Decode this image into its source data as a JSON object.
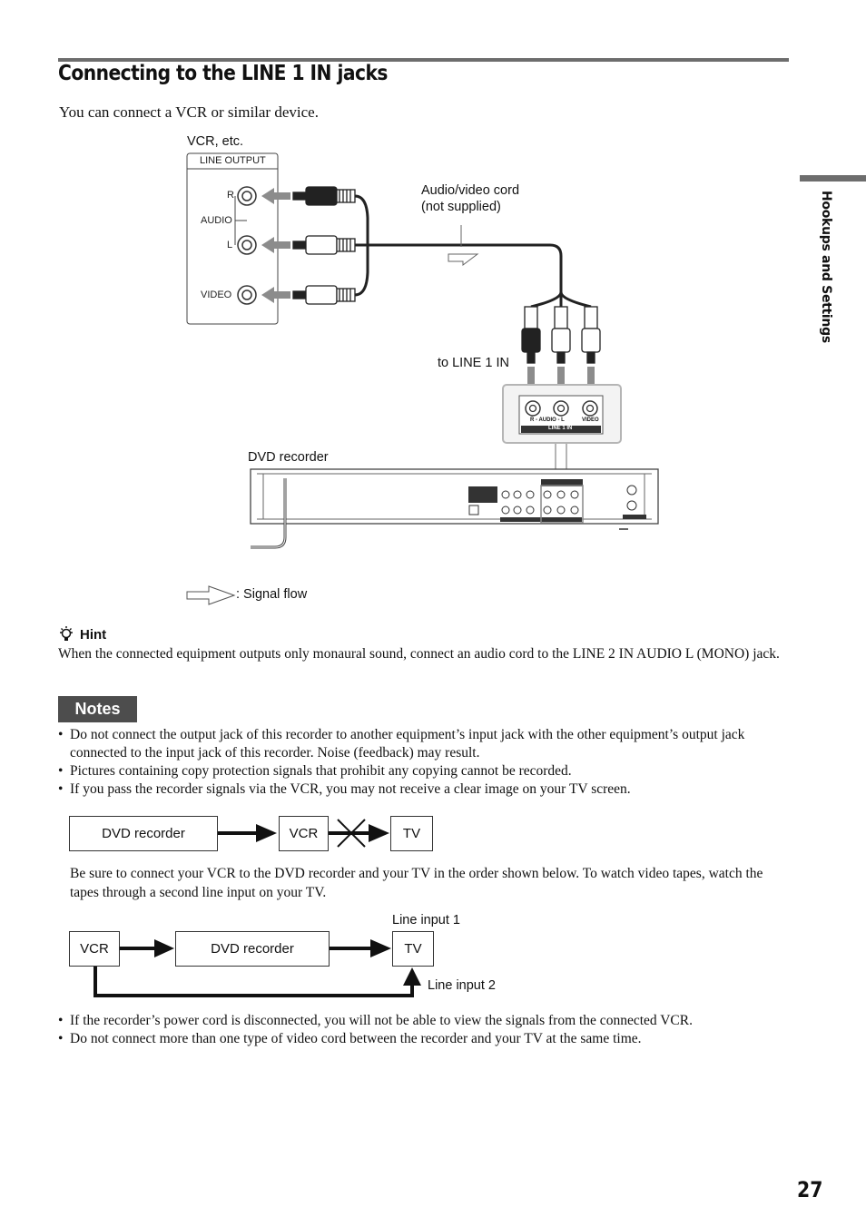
{
  "header": {
    "title": "Connecting to the LINE 1 IN jacks",
    "intro": "You can connect a VCR or similar device."
  },
  "side_tab": {
    "label": "Hookups and Settings"
  },
  "diagram": {
    "vcr_label": "VCR, etc.",
    "line_output_label": "LINE OUTPUT",
    "jack_r": "R",
    "jack_audio": "AUDIO",
    "jack_l": "L",
    "jack_video": "VIDEO",
    "cord_label_1": "Audio/video cord",
    "cord_label_2": "(not supplied)",
    "to_line_label": "to LINE 1 IN",
    "panel_audio_label": "R - AUDIO - L",
    "panel_video_label": "VIDEO",
    "panel_line_label": "LINE 1 IN",
    "recorder_label": "DVD recorder",
    "signal_flow_label": ": Signal flow"
  },
  "hint": {
    "heading": "Hint",
    "text": "When the connected equipment outputs only monaural sound, connect an audio cord to the LINE 2 IN AUDIO L (MONO) jack."
  },
  "notes": {
    "heading": "Notes",
    "items_top": [
      "Do not connect the output jack of this recorder to another equipment’s input jack with the other equipment’s output jack connected to the input jack of this recorder. Noise (feedback) may result.",
      "Pictures containing copy protection signals that prohibit any copying cannot be recorded.",
      "If you pass the recorder signals via the VCR, you may not receive a clear image on your TV screen."
    ],
    "paragraph": "Be sure to connect your VCR to the DVD recorder and your TV in the order shown below. To watch video tapes, watch the tapes through a second line input on your TV.",
    "items_bottom": [
      "If the recorder’s power cord is disconnected, you will not be able to view the signals from the connected VCR.",
      "Do not connect more than one type of video cord between the recorder and your TV at the same time."
    ]
  },
  "flow1": {
    "box1": "DVD recorder",
    "box2": "VCR",
    "box3": "TV"
  },
  "flow2": {
    "box1": "VCR",
    "box2": "DVD recorder",
    "box3": "TV",
    "line_input_1": "Line input 1",
    "line_input_2": "Line input 2"
  },
  "page_number": "27",
  "colors": {
    "rule": "#6d6d6d",
    "notes_bg": "#4d4d4d",
    "arrow_gray": "#8c8c8c",
    "panel_bg": "#f3f3f3"
  }
}
